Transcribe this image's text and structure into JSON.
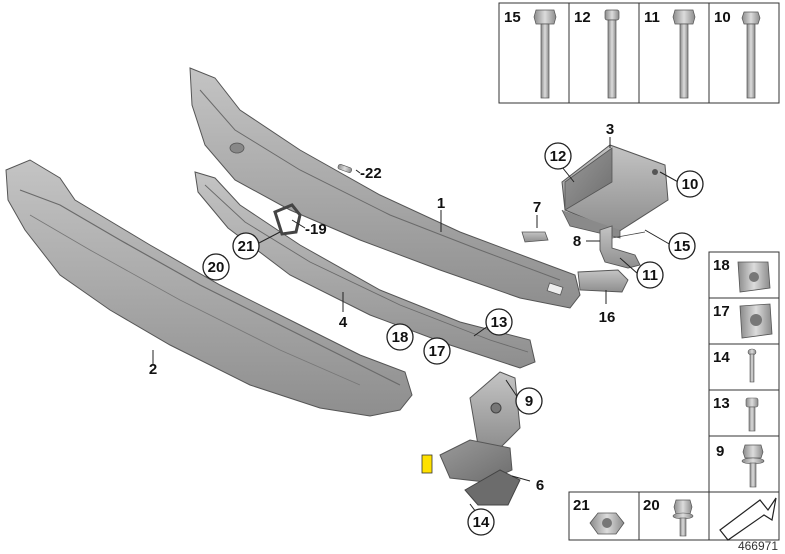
{
  "diagram": {
    "document_id": "466971",
    "callouts": {
      "c1": "1",
      "c2": "2",
      "c3": "3",
      "c4": "4",
      "c6": "6",
      "c7": "7",
      "c8": "8",
      "c9": "9",
      "c10": "10",
      "c11": "11",
      "c12": "12",
      "c13": "13",
      "c14": "14",
      "c15": "15",
      "c16": "16",
      "c17": "17",
      "c18": "18",
      "c19": "19",
      "c20": "20",
      "c21": "21",
      "c22": "22"
    },
    "fastener_panel": {
      "top_row": [
        "15",
        "12",
        "11",
        "10"
      ],
      "side_column": [
        "18",
        "17",
        "14",
        "13",
        "9"
      ],
      "bottom_row": [
        "21",
        "20"
      ]
    }
  }
}
